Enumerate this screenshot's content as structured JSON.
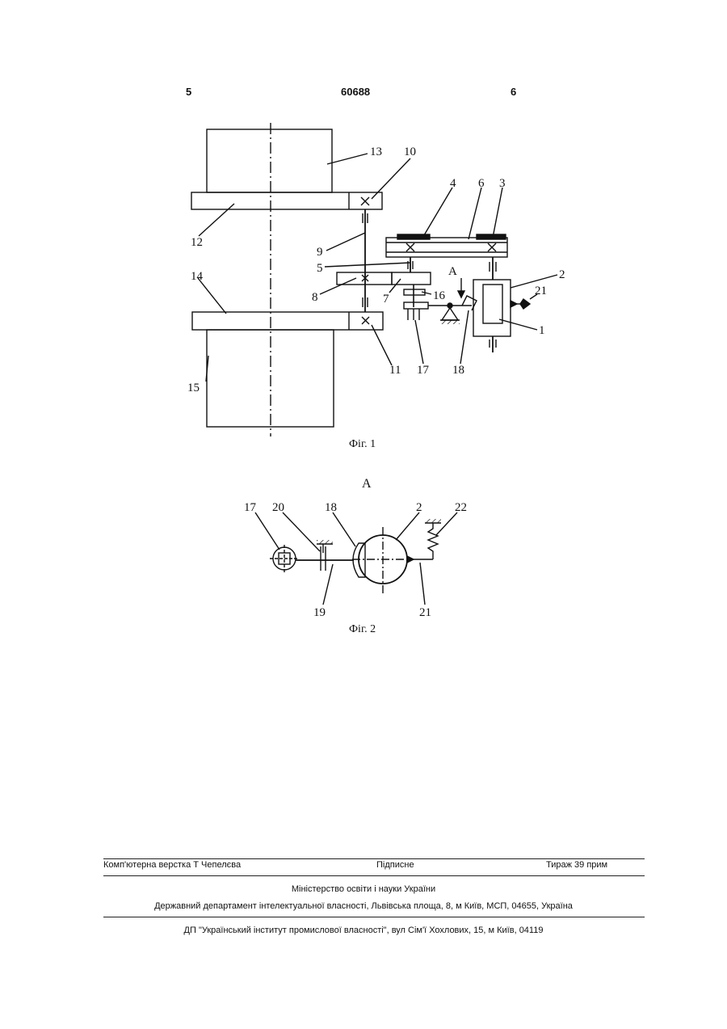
{
  "header": {
    "left_page": "5",
    "patent_number": "60688",
    "right_page": "6"
  },
  "figure1": {
    "caption": "Фіг. 1",
    "labels": [
      "13",
      "10",
      "4",
      "6",
      "3",
      "12",
      "9",
      "5",
      "2",
      "14",
      "8",
      "7",
      "16",
      "21",
      "1",
      "11",
      "17",
      "18"
    ],
    "view_arrow": "A"
  },
  "figure2": {
    "title": "А",
    "caption": "Фіг. 2",
    "labels": [
      "17",
      "20",
      "18",
      "2",
      "22",
      "19",
      "21"
    ]
  },
  "imprint": {
    "typesetting": "Комп'ютерна верстка Т  Чепелєва",
    "signed": "Підписне",
    "circulation": "Тираж 39 прим",
    "ministry": "Міністерство освіти і науки України",
    "department": "Державний департамент інтелектуальної власності, Львівська площа, 8, м  Київ, МСП, 04655, Україна",
    "institute": "ДП \"Український інститут промислової власності\", вул  Сім'ї Хохлових, 15, м  Київ, 04119"
  }
}
